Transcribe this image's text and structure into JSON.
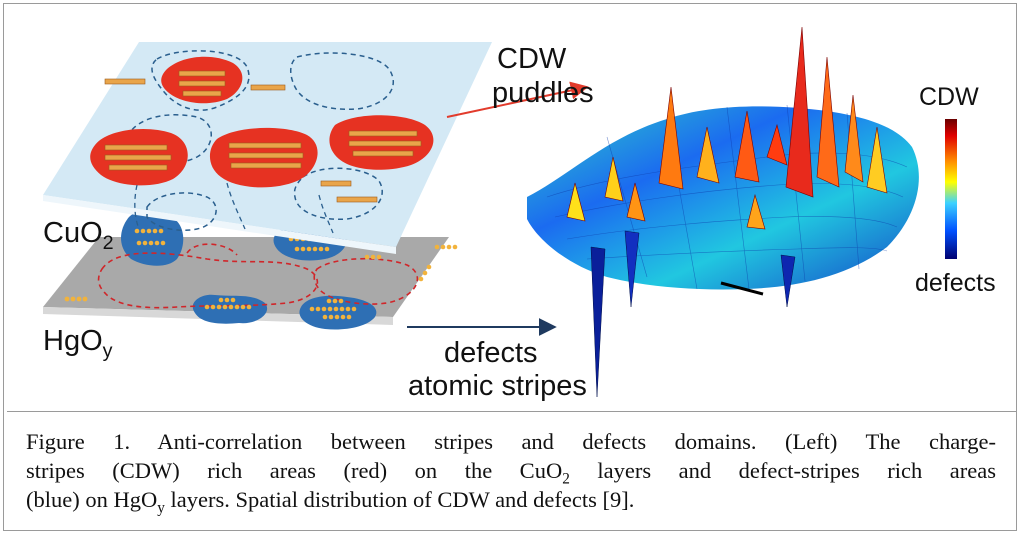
{
  "figure": {
    "labels": {
      "cdw_puddles_line1": "CDW",
      "cdw_puddles_line2": "puddles",
      "cuo2_base": "CuO",
      "cuo2_sub": "2",
      "hgoy_base": "HgO",
      "hgoy_sub": "y",
      "defects_line1": "defects",
      "defects_line2": "atomic stripes",
      "colorbar_top": "CDW",
      "colorbar_bottom": "defects"
    },
    "colors": {
      "cdw_puddle": "#e63222",
      "defect_domain": "#2e6fb4",
      "cuo2_plane": "#cfe6f4",
      "hgoy_plane": "#a9a9a9",
      "stripe_atom": "#f2b33c"
    }
  },
  "caption": {
    "line1": "Figure 1. Anti-correlation between stripes and defects domains. (Left) The charge-",
    "line2_a": "stripes (CDW) rich areas (red) on the CuO",
    "line2_sub": "2",
    "line2_b": " layers and defect-stripes rich areas",
    "line3_a": "(blue) on HgO",
    "line3_sub": "y",
    "line3_b": " layers. Spatial distribution of CDW and defects [9]."
  }
}
